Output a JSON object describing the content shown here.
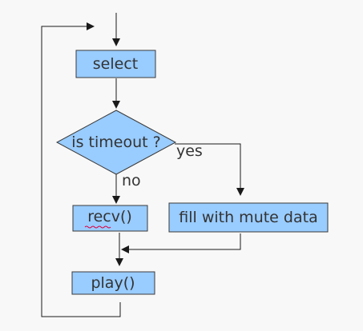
{
  "nodes": {
    "select": "select",
    "decision": "is timeout ?",
    "recv": "recv()",
    "fill_mute": "fill with mute data",
    "play": "play()"
  },
  "edges": {
    "yes": "yes",
    "no": "no"
  },
  "colors": {
    "node_fill": "#99ccff",
    "node_stroke": "#3a3a3a",
    "line": "#1a1a1a",
    "text": "#333333",
    "background": "#f8f8f8",
    "spellcheck_underline": "#e0003c"
  }
}
